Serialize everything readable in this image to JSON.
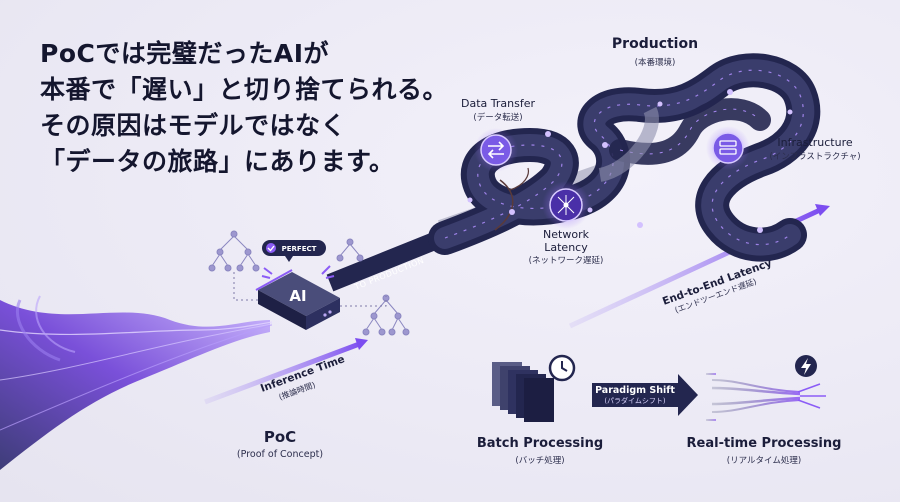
{
  "headline": [
    "PoCでは完璧だったAIが",
    "本番で「遅い」と切り捨てられる。",
    "その原因はモデルではなく",
    "「データの旅路」にあります。"
  ],
  "production": {
    "title": "Production",
    "subtitle": "(本番環境)"
  },
  "data_transfer": {
    "title": "Data Transfer",
    "subtitle": "(データ転送)"
  },
  "infrastructure": {
    "title": "Infrastructure",
    "subtitle": "(インフラストラクチャ)"
  },
  "network_latency": {
    "title1": "Network",
    "title2": "Latency",
    "subtitle": "(ネットワーク遅延)"
  },
  "end_to_end": {
    "title": "End-to-End Latency",
    "subtitle": "(エンドツーエンド遅延)"
  },
  "ai_chip": {
    "label": "AI",
    "badge": "PERFECT"
  },
  "to_production": "TO PRODUCTION",
  "inference": {
    "title": "Inference Time",
    "subtitle": "(推論時間)"
  },
  "poc": {
    "title": "PoC",
    "subtitle": "(Proof of Concept)"
  },
  "batch": {
    "title": "Batch Processing",
    "subtitle": "(バッチ処理)"
  },
  "paradigm": {
    "title": "Paradigm Shift",
    "subtitle": "(パラダイムシフト)"
  },
  "realtime": {
    "title": "Real-time Processing",
    "subtitle": "(リアルタイム処理)"
  },
  "colors": {
    "navy": "#23264f",
    "purple": "#8b5cf6",
    "lavender": "#b9a6f2"
  },
  "icons": [
    "transfer-arrows-icon",
    "server-icon",
    "network-node-icon",
    "clock-icon",
    "lightning-icon",
    "check-icon",
    "tree-diagram-icon"
  ]
}
